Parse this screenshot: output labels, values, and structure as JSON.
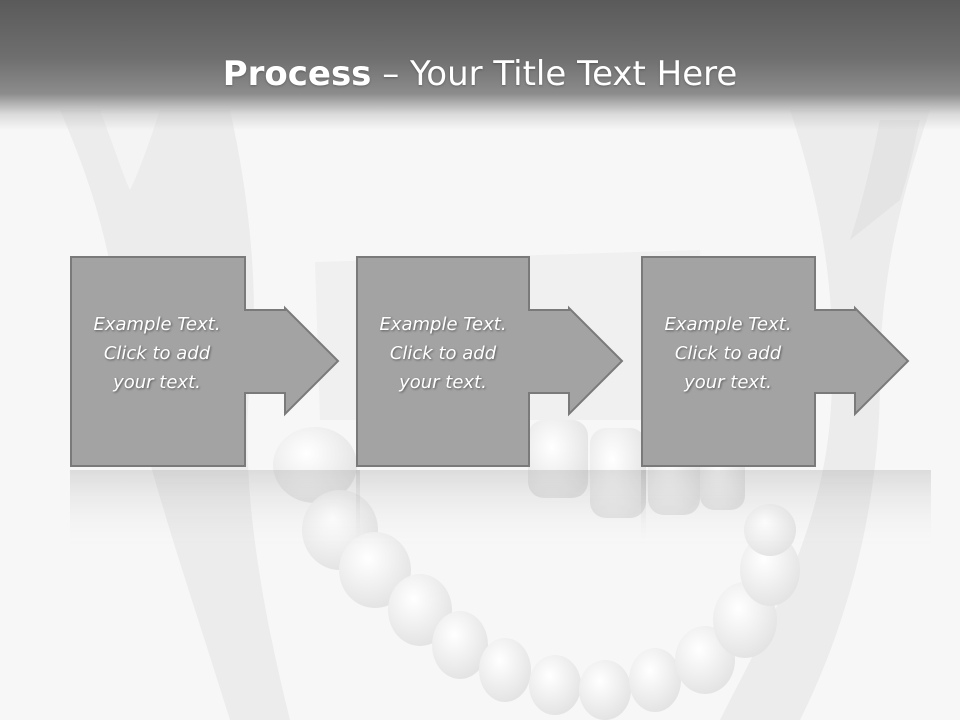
{
  "title": {
    "bold_part": "Process",
    "rest_part": " – Your Title Text Here"
  },
  "steps": [
    {
      "lines": [
        "Example Text.",
        "Click  to add",
        "your text."
      ]
    },
    {
      "lines": [
        "Example Text.",
        "Click  to add",
        "your text."
      ]
    },
    {
      "lines": [
        "Example Text.",
        "Click  to add",
        "your text."
      ]
    }
  ],
  "colors": {
    "box_fill": "#a3a3a3",
    "box_border": "#7a7a7a",
    "title_text": "#ffffff"
  }
}
